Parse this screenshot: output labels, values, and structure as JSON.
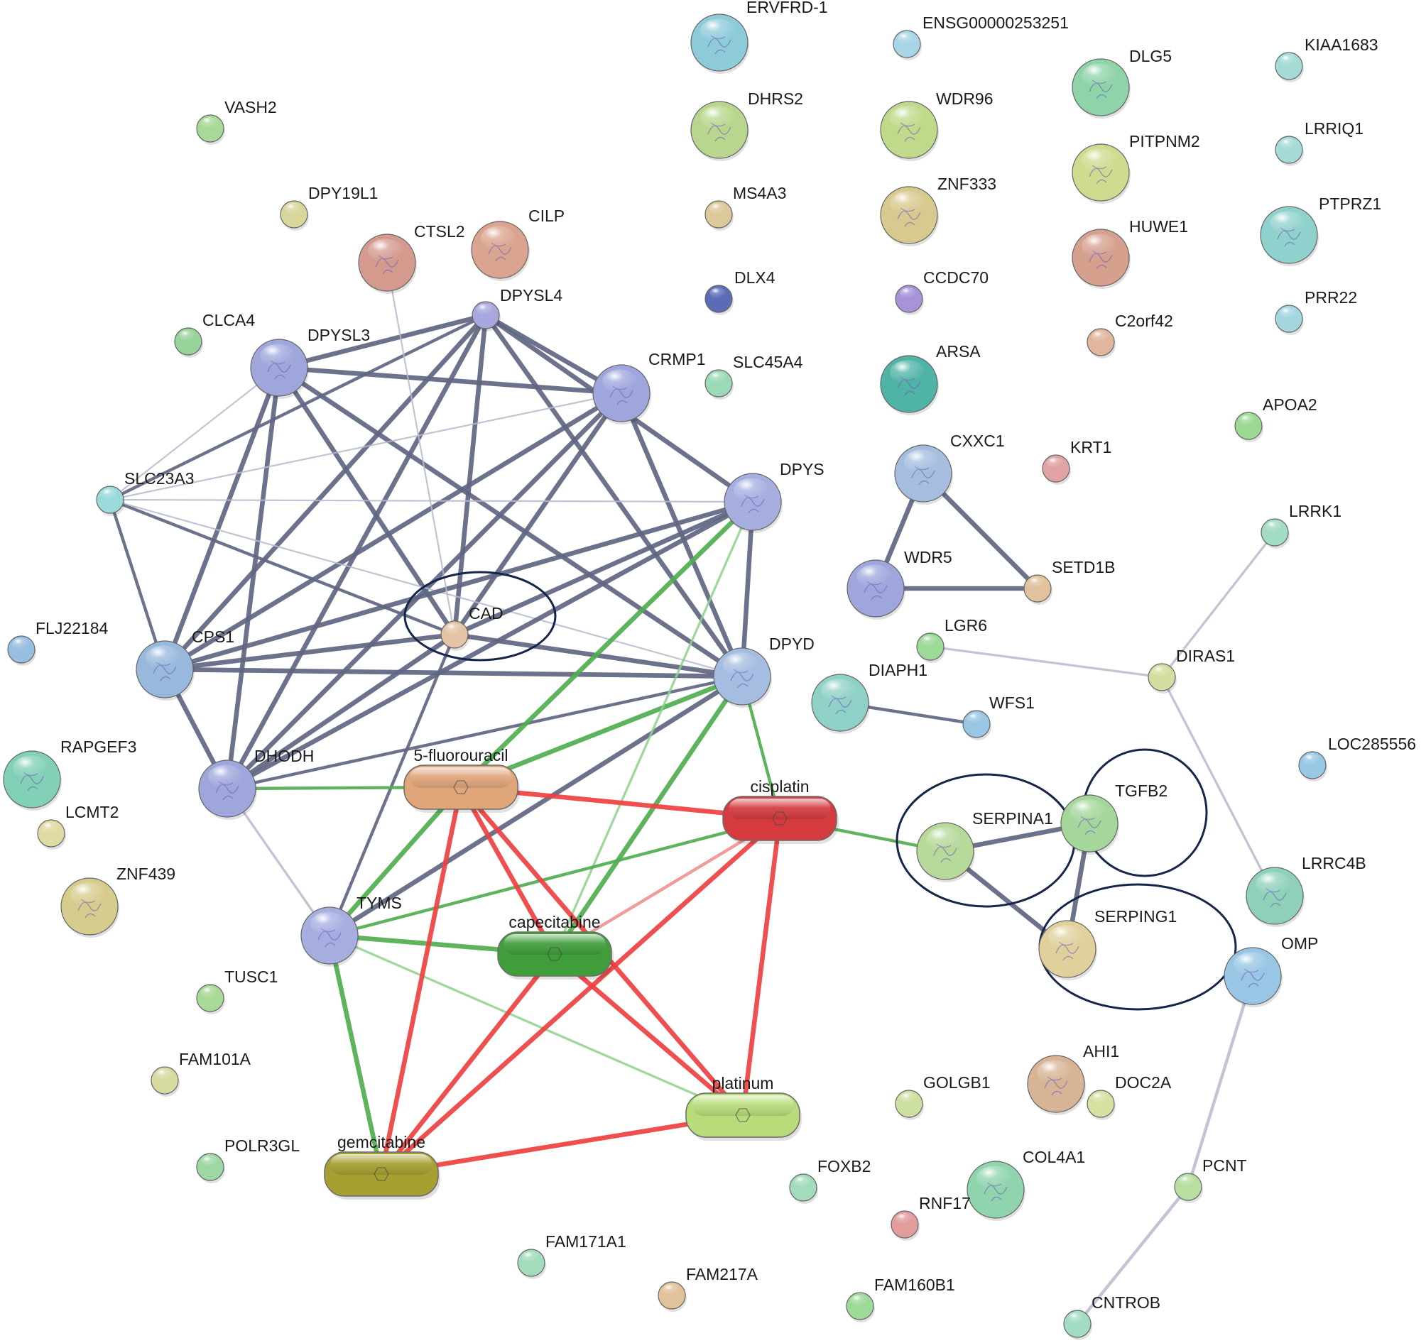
{
  "nodes": [
    {
      "id": "ERVFRD-1",
      "kind": "protein",
      "color": "#8ecbd9",
      "big": true
    },
    {
      "id": "ENSG00000253251",
      "kind": "protein",
      "color": "#a9d6e6"
    },
    {
      "id": "DLG5",
      "kind": "protein",
      "color": "#8fd3a8",
      "big": true
    },
    {
      "id": "KIAA1683",
      "kind": "protein",
      "color": "#a4dbd6"
    },
    {
      "id": "VASH2",
      "kind": "protein",
      "color": "#a9d996"
    },
    {
      "id": "DHRS2",
      "kind": "protein",
      "color": "#b9d68e",
      "big": true
    },
    {
      "id": "WDR96",
      "kind": "protein",
      "color": "#c0d98a",
      "big": true
    },
    {
      "id": "PITPNM2",
      "kind": "protein",
      "color": "#cddc8e",
      "big": true
    },
    {
      "id": "LRRIQ1",
      "kind": "protein",
      "color": "#a4dbd6"
    },
    {
      "id": "DPY19L1",
      "kind": "protein",
      "color": "#d8d69a"
    },
    {
      "id": "MS4A3",
      "kind": "protein",
      "color": "#dcc99a"
    },
    {
      "id": "ZNF333",
      "kind": "protein",
      "color": "#d8c98e",
      "big": true
    },
    {
      "id": "PTPRZ1",
      "kind": "protein",
      "color": "#8fd1cc",
      "big": true
    },
    {
      "id": "CTSL2",
      "kind": "protein",
      "color": "#d49a8e",
      "big": true
    },
    {
      "id": "CILP",
      "kind": "protein",
      "color": "#d9a58e",
      "big": true
    },
    {
      "id": "HUWE1",
      "kind": "protein",
      "color": "#d6a08e",
      "big": true
    },
    {
      "id": "DPYSL4",
      "kind": "protein",
      "color": "#a8a8de"
    },
    {
      "id": "DLX4",
      "kind": "protein",
      "color": "#5c6bb5"
    },
    {
      "id": "CCDC70",
      "kind": "protein",
      "color": "#a693d8"
    },
    {
      "id": "PRR22",
      "kind": "protein",
      "color": "#a4d6e0"
    },
    {
      "id": "CLCA4",
      "kind": "protein",
      "color": "#97d39b"
    },
    {
      "id": "DPYSL3",
      "kind": "protein",
      "color": "#9ea6dc",
      "big": true
    },
    {
      "id": "C2orf42",
      "kind": "protein",
      "color": "#e0b79e"
    },
    {
      "id": "CRMP1",
      "kind": "protein",
      "color": "#9ea6dc",
      "big": true
    },
    {
      "id": "SLC45A4",
      "kind": "protein",
      "color": "#9cdab7"
    },
    {
      "id": "ARSA",
      "kind": "protein",
      "color": "#4fb3a6",
      "big": true
    },
    {
      "id": "APOA2",
      "kind": "protein",
      "color": "#9cd993"
    },
    {
      "id": "CXXC1",
      "kind": "protein",
      "color": "#a5bedf",
      "big": true
    },
    {
      "id": "KRT1",
      "kind": "protein",
      "color": "#e0a2a2"
    },
    {
      "id": "SLC23A3",
      "kind": "protein",
      "color": "#9adada"
    },
    {
      "id": "DPYS",
      "kind": "protein",
      "color": "#a6aee0",
      "big": true
    },
    {
      "id": "LRRK1",
      "kind": "protein",
      "color": "#a2dcc2"
    },
    {
      "id": "WDR5",
      "kind": "protein",
      "color": "#9ea6dc",
      "big": true
    },
    {
      "id": "SETD1B",
      "kind": "protein",
      "color": "#e0c29c"
    },
    {
      "id": "FLJ22184",
      "kind": "protein",
      "color": "#98bee0"
    },
    {
      "id": "CAD",
      "kind": "protein",
      "color": "#e5c4a5"
    },
    {
      "id": "CPS1",
      "kind": "protein",
      "color": "#98b8dc",
      "big": true
    },
    {
      "id": "LGR6",
      "kind": "protein",
      "color": "#9cda98"
    },
    {
      "id": "DPYD",
      "kind": "protein",
      "color": "#a5bde0",
      "big": true
    },
    {
      "id": "DIRAS1",
      "kind": "protein",
      "color": "#d3dfa0"
    },
    {
      "id": "DIAPH1",
      "kind": "protein",
      "color": "#8fd1c6",
      "big": true
    },
    {
      "id": "WFS1",
      "kind": "protein",
      "color": "#98c6e4"
    },
    {
      "id": "RAPGEF3",
      "kind": "protein",
      "color": "#82d0b8",
      "big": true
    },
    {
      "id": "LOC285556",
      "kind": "protein",
      "color": "#98c9e4"
    },
    {
      "id": "DHODH",
      "kind": "protein",
      "color": "#9ea6dc",
      "big": true
    },
    {
      "id": "TGFB2",
      "kind": "protein",
      "color": "#a5d79c",
      "big": true
    },
    {
      "id": "LCMT2",
      "kind": "protein",
      "color": "#e0dba2"
    },
    {
      "id": "SERPINA1",
      "kind": "protein",
      "color": "#b7d99a",
      "big": true
    },
    {
      "id": "LRRC4B",
      "kind": "protein",
      "color": "#8fd1b8",
      "big": true
    },
    {
      "id": "ZNF439",
      "kind": "protein",
      "color": "#d6cc8e",
      "big": true
    },
    {
      "id": "TYMS",
      "kind": "protein",
      "color": "#a6aee0",
      "big": true
    },
    {
      "id": "SERPING1",
      "kind": "protein",
      "color": "#e0d19c",
      "big": true
    },
    {
      "id": "OMP",
      "kind": "protein",
      "color": "#98c6e4",
      "big": true
    },
    {
      "id": "TUSC1",
      "kind": "protein",
      "color": "#a9d996"
    },
    {
      "id": "AHI1",
      "kind": "protein",
      "color": "#d6b495",
      "big": true
    },
    {
      "id": "FAM101A",
      "kind": "protein",
      "color": "#d8dba0"
    },
    {
      "id": "GOLGB1",
      "kind": "protein",
      "color": "#cde0a0"
    },
    {
      "id": "DOC2A",
      "kind": "protein",
      "color": "#d6e0a0"
    },
    {
      "id": "POLR3GL",
      "kind": "protein",
      "color": "#9cd9a2"
    },
    {
      "id": "FOXB2",
      "kind": "protein",
      "color": "#a2dcbc"
    },
    {
      "id": "COL4A1",
      "kind": "protein",
      "color": "#90d4ae",
      "big": true
    },
    {
      "id": "PCNT",
      "kind": "protein",
      "color": "#b8dea0"
    },
    {
      "id": "RNF17",
      "kind": "protein",
      "color": "#e29c9c"
    },
    {
      "id": "FAM171A1",
      "kind": "protein",
      "color": "#a2dcbc"
    },
    {
      "id": "FAM217A",
      "kind": "protein",
      "color": "#e0c29c"
    },
    {
      "id": "FAM160B1",
      "kind": "protein",
      "color": "#9cda98"
    },
    {
      "id": "CNTROB",
      "kind": "protein",
      "color": "#a2dcc2"
    },
    {
      "id": "5-fluorouracil",
      "kind": "drug",
      "color": "#e0a67a"
    },
    {
      "id": "cisplatin",
      "kind": "drug",
      "color": "#d43a3e"
    },
    {
      "id": "capecitabine",
      "kind": "drug",
      "color": "#3f9e3a"
    },
    {
      "id": "platinum",
      "kind": "drug",
      "color": "#b9dc7a"
    },
    {
      "id": "gemcitabine",
      "kind": "drug",
      "color": "#a6a032"
    }
  ],
  "edge_types": {
    "protein": "#5f6682",
    "weak": "#b7b9cc",
    "drug_protein": "#4fae4f",
    "drug_protein_light": "#8fd08c",
    "drug_drug": "#ee4040",
    "drug_drug_light": "#f08a8a"
  },
  "edges": [
    [
      "DPYSL3",
      "DPYSL4",
      "protein",
      3
    ],
    [
      "DPYSL3",
      "CRMP1",
      "protein",
      3
    ],
    [
      "DPYSL3",
      "CPS1",
      "protein",
      3
    ],
    [
      "DPYSL3",
      "DHODH",
      "protein",
      3
    ],
    [
      "DPYSL3",
      "CAD",
      "protein",
      3
    ],
    [
      "DPYSL3",
      "DPYD",
      "protein",
      3
    ],
    [
      "DPYSL3",
      "SLC23A3",
      "weak",
      1
    ],
    [
      "DPYSL4",
      "CRMP1",
      "protein",
      3
    ],
    [
      "DPYSL4",
      "SLC23A3",
      "protein",
      2
    ],
    [
      "DPYSL4",
      "CPS1",
      "protein",
      3
    ],
    [
      "DPYSL4",
      "DHODH",
      "protein",
      3
    ],
    [
      "DPYSL4",
      "CAD",
      "protein",
      3
    ],
    [
      "DPYSL4",
      "DPYD",
      "protein",
      3
    ],
    [
      "DPYSL4",
      "DPYS",
      "protein",
      3
    ],
    [
      "CRMP1",
      "SLC23A3",
      "weak",
      1
    ],
    [
      "CRMP1",
      "CPS1",
      "protein",
      3
    ],
    [
      "CRMP1",
      "DHODH",
      "protein",
      3
    ],
    [
      "CRMP1",
      "CAD",
      "protein",
      3
    ],
    [
      "CRMP1",
      "DPYD",
      "protein",
      3
    ],
    [
      "SLC23A3",
      "DPYS",
      "weak",
      1
    ],
    [
      "SLC23A3",
      "CPS1",
      "protein",
      2
    ],
    [
      "SLC23A3",
      "CAD",
      "protein",
      2
    ],
    [
      "SLC23A3",
      "DPYD",
      "weak",
      1
    ],
    [
      "DPYS",
      "CPS1",
      "protein",
      3
    ],
    [
      "DPYS",
      "DHODH",
      "protein",
      3
    ],
    [
      "DPYS",
      "DPYD",
      "protein",
      3
    ],
    [
      "DPYS",
      "CAD",
      "protein",
      3
    ],
    [
      "CTSL2",
      "CAD",
      "weak",
      1
    ],
    [
      "CPS1",
      "CAD",
      "protein",
      3
    ],
    [
      "CPS1",
      "DPYD",
      "protein",
      3
    ],
    [
      "CPS1",
      "DHODH",
      "protein",
      3
    ],
    [
      "CAD",
      "DPYD",
      "protein",
      3
    ],
    [
      "CAD",
      "DHODH",
      "protein",
      3
    ],
    [
      "CAD",
      "TYMS",
      "protein",
      2
    ],
    [
      "DPYD",
      "DHODH",
      "protein",
      2
    ],
    [
      "DPYD",
      "TYMS",
      "protein",
      3
    ],
    [
      "DHODH",
      "TYMS",
      "weak",
      1.5
    ],
    [
      "CXXC1",
      "WDR5",
      "protein",
      3
    ],
    [
      "CXXC1",
      "SETD1B",
      "protein",
      3
    ],
    [
      "WDR5",
      "SETD1B",
      "protein",
      3
    ],
    [
      "LGR6",
      "DIRAS1",
      "weak",
      1.5
    ],
    [
      "LRRK1",
      "DIRAS1",
      "weak",
      1.5
    ],
    [
      "DIRAS1",
      "LRRC4B",
      "weak",
      1.5
    ],
    [
      "DIAPH1",
      "WFS1",
      "protein",
      2
    ],
    [
      "SERPINA1",
      "TGFB2",
      "protein",
      3
    ],
    [
      "SERPINA1",
      "SERPING1",
      "protein",
      3
    ],
    [
      "TGFB2",
      "SERPING1",
      "protein",
      3
    ],
    [
      "OMP",
      "PCNT",
      "weak",
      2
    ],
    [
      "PCNT",
      "CNTROB",
      "weak",
      2
    ],
    [
      "5-fluorouracil",
      "DPYD",
      "drug_protein",
      3
    ],
    [
      "5-fluorouracil",
      "DPYS",
      "drug_protein",
      3
    ],
    [
      "5-fluorouracil",
      "DHODH",
      "drug_protein",
      2
    ],
    [
      "5-fluorouracil",
      "TYMS",
      "drug_protein",
      3
    ],
    [
      "capecitabine",
      "DPYD",
      "drug_protein",
      3
    ],
    [
      "capecitabine",
      "DPYS",
      "drug_protein_light",
      1.5
    ],
    [
      "capecitabine",
      "TYMS",
      "drug_protein",
      3
    ],
    [
      "cisplatin",
      "DPYD",
      "drug_protein",
      2
    ],
    [
      "cisplatin",
      "TYMS",
      "drug_protein",
      2
    ],
    [
      "cisplatin",
      "SERPINA1",
      "drug_protein",
      2
    ],
    [
      "gemcitabine",
      "TYMS",
      "drug_protein",
      3
    ],
    [
      "platinum",
      "TYMS",
      "drug_protein_light",
      1.5
    ],
    [
      "5-fluorouracil",
      "cisplatin",
      "drug_drug",
      3
    ],
    [
      "5-fluorouracil",
      "capecitabine",
      "drug_drug",
      3
    ],
    [
      "5-fluorouracil",
      "platinum",
      "drug_drug",
      3
    ],
    [
      "5-fluorouracil",
      "gemcitabine",
      "drug_drug",
      3
    ],
    [
      "cisplatin",
      "capecitabine",
      "drug_drug_light",
      2
    ],
    [
      "cisplatin",
      "gemcitabine",
      "drug_drug",
      3
    ],
    [
      "cisplatin",
      "platinum",
      "drug_drug",
      3
    ],
    [
      "capecitabine",
      "gemcitabine",
      "drug_drug",
      3
    ],
    [
      "capecitabine",
      "platinum",
      "drug_drug",
      3
    ],
    [
      "gemcitabine",
      "platinum",
      "drug_drug",
      3
    ]
  ],
  "highlights": [
    "CAD",
    "SERPINA1",
    "TGFB2",
    "SERPING1"
  ]
}
